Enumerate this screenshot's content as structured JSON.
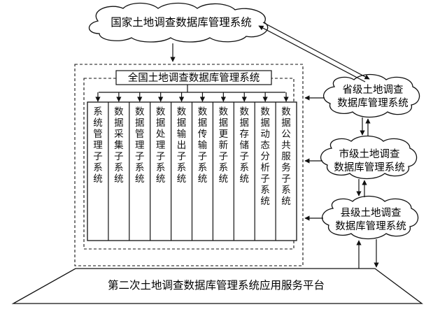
{
  "national_system": "国家土地调查数据库管理系统",
  "overall_system": "全国土地调查数据库管理系统",
  "subsystems": [
    "系统管理子系统",
    "数据采集子系统",
    "数据管理子系统",
    "数据处理子系统",
    "数据输出子系统",
    "数据传输子系统",
    "数据更新子系统",
    "数据存储子系统",
    "数据动态分析子系统",
    "数据公共服务子系统"
  ],
  "province_system": {
    "line1": "省级土地调查",
    "line2": "数据库管理系统"
  },
  "city_system": {
    "line1": "市级土地调查",
    "line2": "数据库管理系统"
  },
  "county_system": {
    "line1": "县级土地调查",
    "line2": "数据库管理系统"
  },
  "platform": "第二次土地调查数据库管理系统应用服务平台"
}
